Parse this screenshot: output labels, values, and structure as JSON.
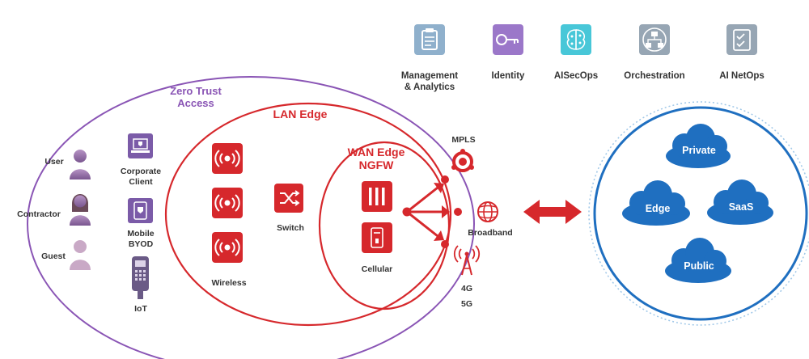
{
  "services": [
    {
      "line1": "Management",
      "line2": "& Analytics",
      "icon": "clipboard-icon",
      "color": "#8fb0cc"
    },
    {
      "line1": "Identity",
      "line2": "",
      "icon": "key-icon",
      "color": "#9b77c9"
    },
    {
      "line1": "AISecOps",
      "line2": "",
      "icon": "brain-icon",
      "color": "#48c7d8"
    },
    {
      "line1": "Orchestration",
      "line2": "",
      "icon": "network-hierarchy-icon",
      "color": "#97a6b4"
    },
    {
      "line1": "AI NetOps",
      "line2": "",
      "icon": "checklist-icon",
      "color": "#97a6b4"
    }
  ],
  "zero_trust": {
    "line1": "Zero Trust",
    "line2": "Access",
    "color": "#8a55b5"
  },
  "lan_edge": {
    "label": "LAN Edge",
    "color": "#d6282c"
  },
  "wan_edge": {
    "line1": "WAN Edge",
    "line2": "NGFW"
  },
  "people": {
    "user": "User",
    "contractor": "Contractor",
    "guest": "Guest"
  },
  "devices": {
    "corporate_line1": "Corporate",
    "corporate_line2": "Client",
    "mobile_line1": "Mobile",
    "mobile_line2": "BYOD",
    "iot": "IoT"
  },
  "lan": {
    "wireless": "Wireless",
    "switch": "Switch"
  },
  "wan": {
    "cellular": "Cellular"
  },
  "transports": {
    "mpls": "MPLS",
    "broadband": "Broadband",
    "g4": "4G",
    "g5": "5G"
  },
  "clouds": {
    "private": "Private",
    "edge": "Edge",
    "saas": "SaaS",
    "public": "Public"
  },
  "colors": {
    "red": "#d6282c",
    "purple": "#8a55b5",
    "blue": "#1f6fc0",
    "device_purple": "#7b5ba8"
  }
}
